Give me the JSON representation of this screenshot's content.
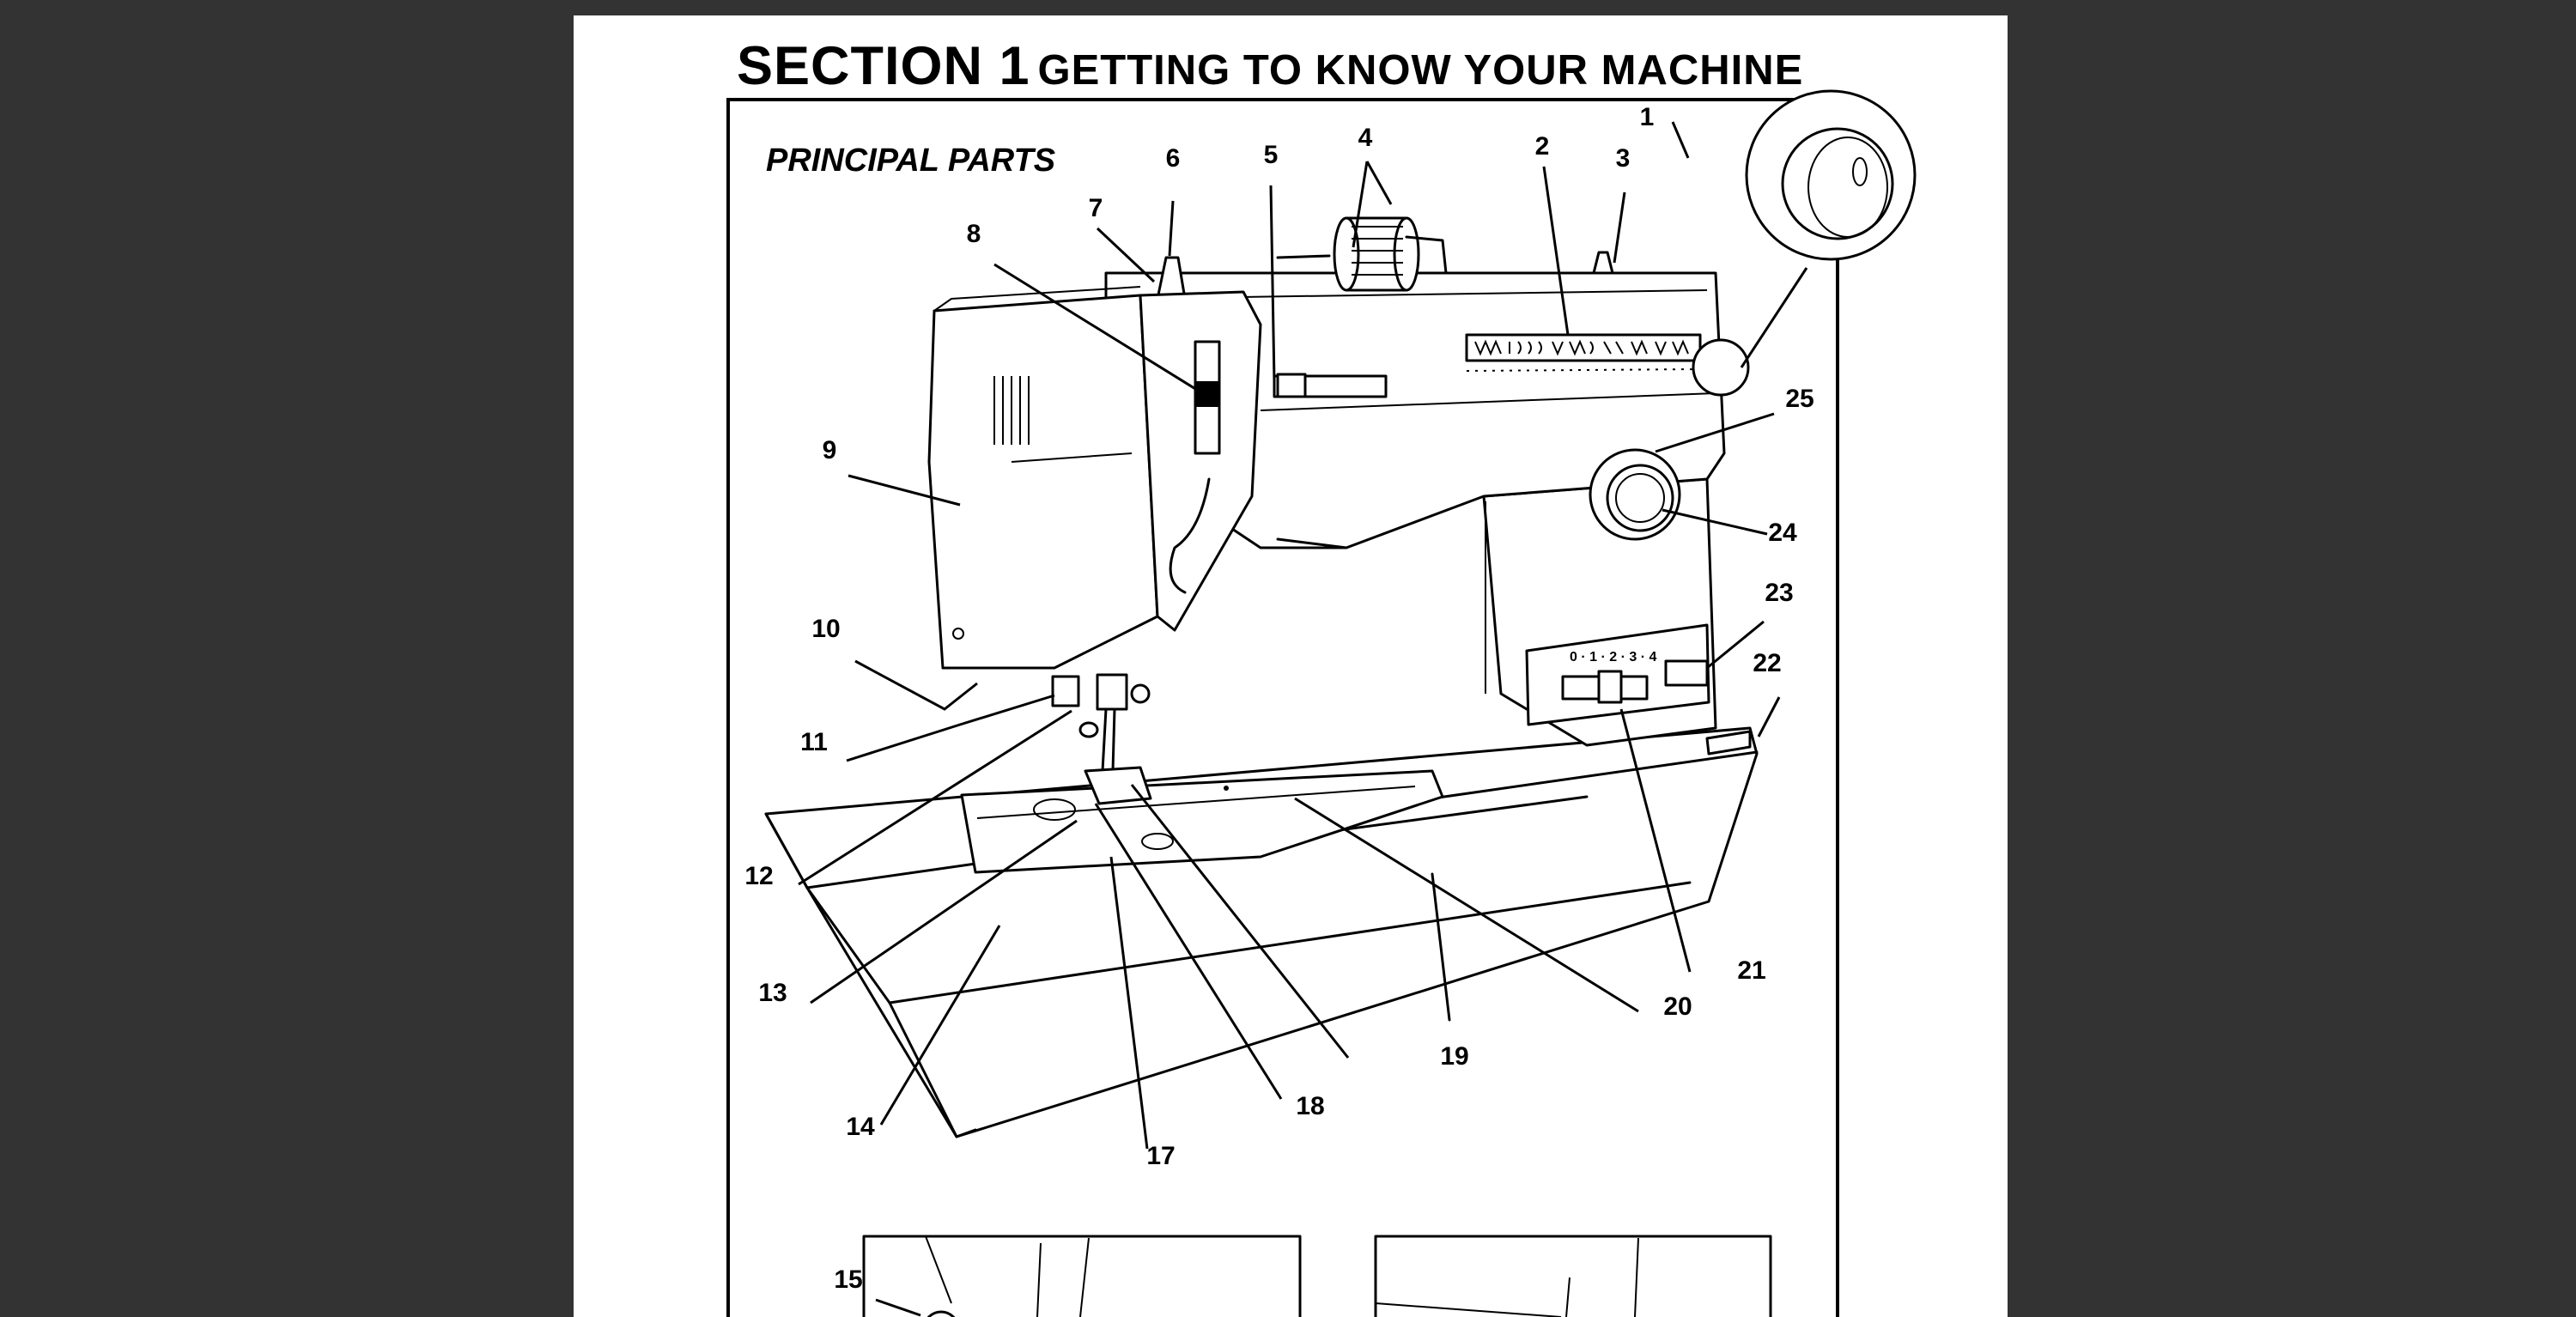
{
  "document": {
    "section_label": "SECTION 1",
    "section_heading": "GETTING TO KNOW YOUR MACHINE",
    "figure_title": "PRINCIPAL PARTS"
  },
  "callouts": [
    "1",
    "2",
    "3",
    "4",
    "5",
    "6",
    "7",
    "8",
    "9",
    "10",
    "11",
    "12",
    "13",
    "14",
    "15",
    "17",
    "18",
    "19",
    "20",
    "21",
    "22",
    "23",
    "24",
    "25"
  ],
  "colors": {
    "viewer_background": "#333333",
    "page": "#ffffff",
    "ink": "#000000"
  }
}
